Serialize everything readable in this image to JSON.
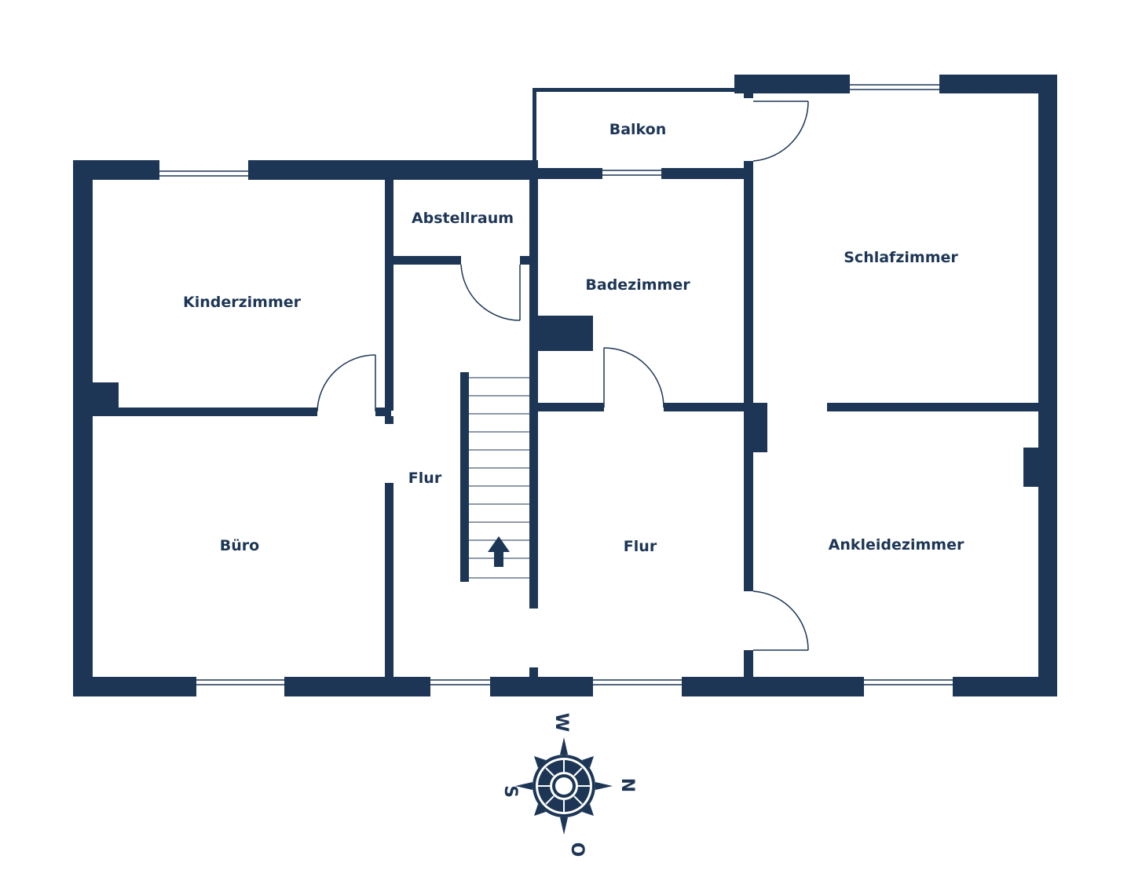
{
  "colors": {
    "wall": "#1d3656",
    "background": "#ffffff",
    "window_line": "#1d3656"
  },
  "rooms": {
    "balkon": "Balkon",
    "abstellraum": "Abstellraum",
    "kinderzimmer": "Kinderzimmer",
    "badezimmer": "Badezimmer",
    "schlafzimmer": "Schlafzimmer",
    "flur_left": "Flur",
    "flur_right": "Flur",
    "buero": "Büro",
    "ankleidezimmer": "Ankleidezimmer"
  },
  "compass": {
    "north": "N",
    "east": "O",
    "south": "S",
    "west": "W"
  }
}
